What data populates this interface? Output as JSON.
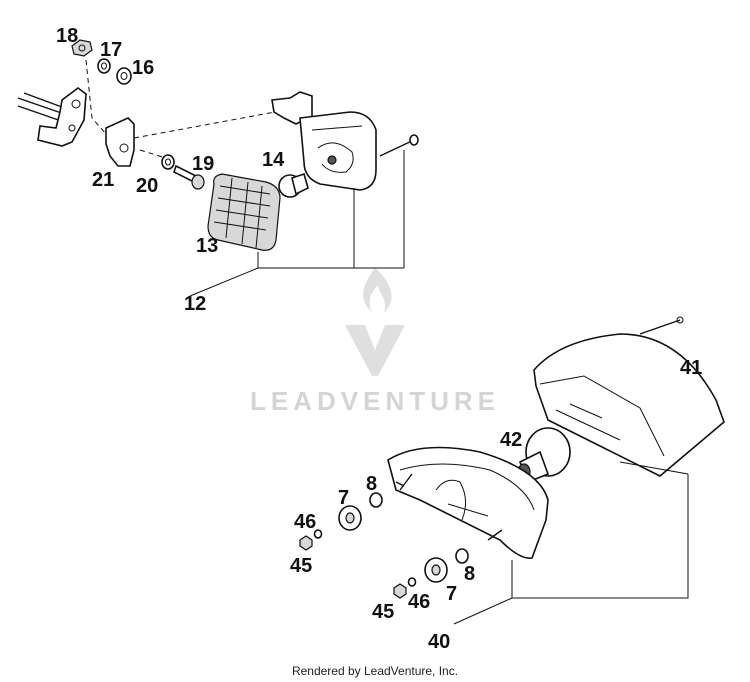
{
  "callouts": {
    "c18": "18",
    "c17": "17",
    "c16": "16",
    "c19": "19",
    "c14": "14",
    "c21": "21",
    "c20": "20",
    "c13": "13",
    "c12": "12",
    "c41": "41",
    "c42": "42",
    "c8a": "8",
    "c7a": "7",
    "c46a": "46",
    "c45a": "45",
    "c8b": "8",
    "c7b": "7",
    "c46b": "46",
    "c45b": "45",
    "c40": "40"
  },
  "watermark": {
    "text": "LEADVENTURE"
  },
  "footer": {
    "text": "Rendered by LeadVenture, Inc."
  }
}
